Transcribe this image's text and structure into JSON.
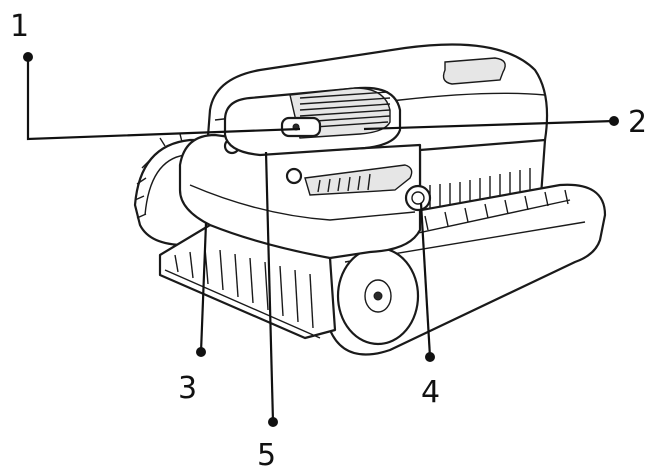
{
  "callouts": [
    {
      "id": "1",
      "label": "1"
    },
    {
      "id": "2",
      "label": "2"
    },
    {
      "id": "3",
      "label": "3"
    },
    {
      "id": "4",
      "label": "4"
    },
    {
      "id": "5",
      "label": "5"
    }
  ],
  "colors": {
    "ink": "#111111",
    "background": "#ffffff",
    "shade": "#e6e6e6"
  }
}
